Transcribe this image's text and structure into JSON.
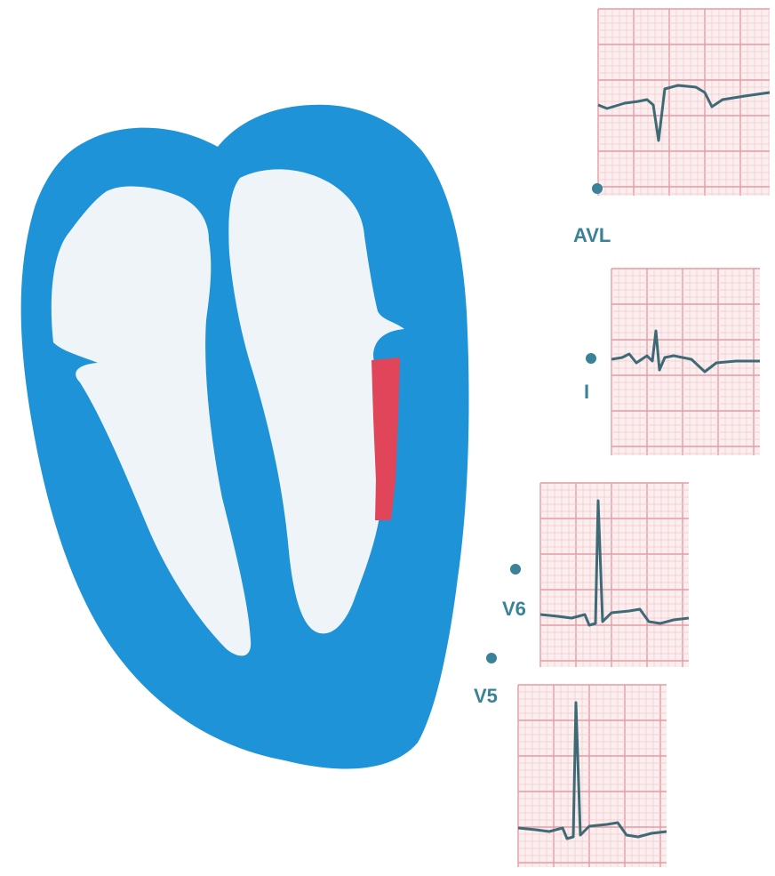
{
  "colors": {
    "myocardium": "#1f93d8",
    "chamber": "#eef4f7",
    "infarct": "#e0455a",
    "ecg_paper": "#fbeeee",
    "ecg_grid_major": "#e79aa3",
    "ecg_grid_minor": "#f3c9cd",
    "ecg_trace": "#3e6a76",
    "label": "#3a8298",
    "background": "#ffffff"
  },
  "leads": [
    {
      "label": "AVL",
      "morphology": "deep-q"
    },
    {
      "label": "I",
      "morphology": "small-qrs"
    },
    {
      "label": "V6",
      "morphology": "tall-r"
    },
    {
      "label": "V5",
      "morphology": "tall-r"
    }
  ]
}
